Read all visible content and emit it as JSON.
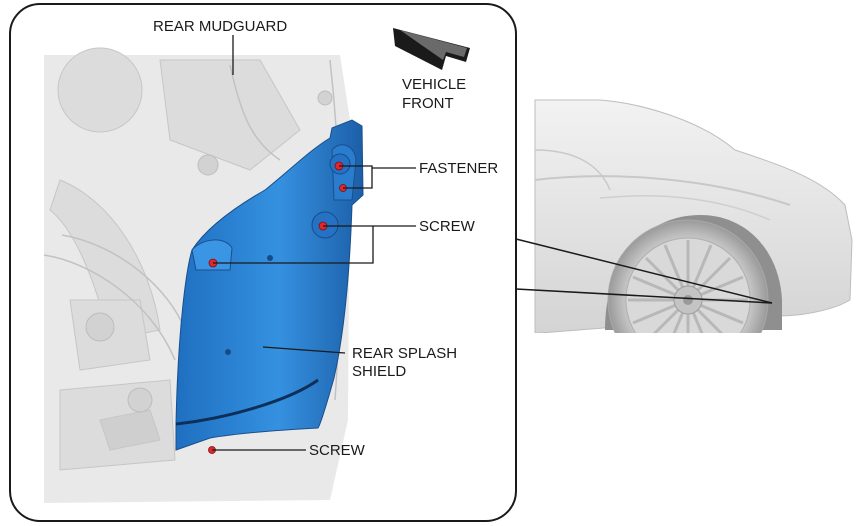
{
  "labels": {
    "rear_mudguard": "REAR MUDGUARD",
    "vehicle_front_line1": "VEHICLE",
    "vehicle_front_line2": "FRONT",
    "fastener": "FASTENER",
    "screw_upper": "SCREW",
    "rear_splash_shield_line1": "REAR SPLASH",
    "rear_splash_shield_line2": "SHIELD",
    "screw_lower": "SCREW"
  },
  "colors": {
    "shield_blue": "#2f86d6",
    "shield_blue_dark": "#1c5fa8",
    "fastener_marker": "#e0262e",
    "frame_border": "#1a1a1a"
  },
  "icons": {
    "direction_arrow": "vehicle-front-arrow-icon"
  }
}
